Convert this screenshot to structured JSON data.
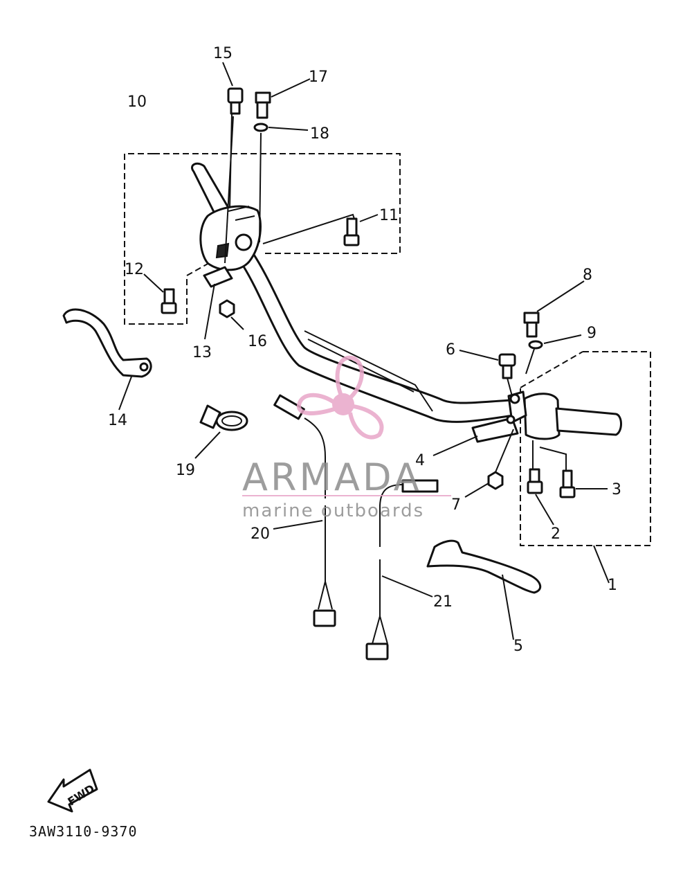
{
  "callouts": {
    "n1": "1",
    "n2": "2",
    "n3": "3",
    "n4": "4",
    "n5": "5",
    "n6": "6",
    "n7": "7",
    "n8": "8",
    "n9": "9",
    "n10": "10",
    "n11": "11",
    "n12": "12",
    "n13": "13",
    "n14": "14",
    "n15": "15",
    "n16": "16",
    "n17": "17",
    "n18": "18",
    "n19": "19",
    "n20": "20",
    "n21": "21"
  },
  "fwd_label": "FWD",
  "diagram_code": "3AW3110-9370",
  "watermark": {
    "brand": "ARMADA",
    "tagline": "marine outboards",
    "accent_color": "#e8a6c8",
    "text_color": "#8c8c8c"
  }
}
